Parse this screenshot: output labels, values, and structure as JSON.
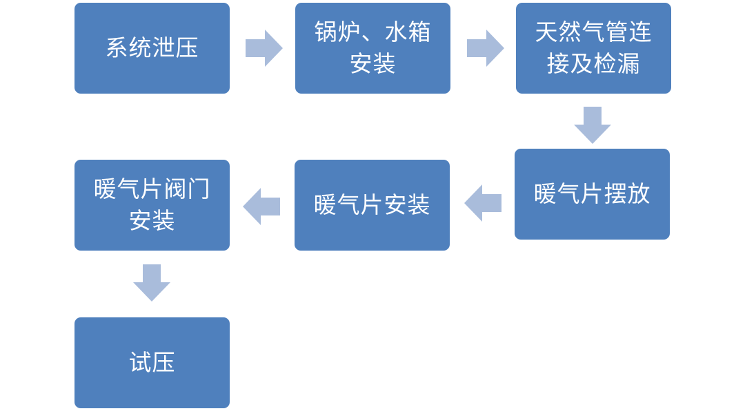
{
  "colors": {
    "box_fill": "#4f80bd",
    "box_text": "#ffffff",
    "arrow_fill": "#a9bcdb"
  },
  "steps": [
    {
      "id": "system-pressure-relief",
      "lines": [
        "系统泄压"
      ]
    },
    {
      "id": "boiler-water-tank-install",
      "lines": [
        "锅炉、水箱",
        "安装"
      ]
    },
    {
      "id": "gas-pipe-connect-leak-check",
      "lines": [
        "天然气管连",
        "接及检漏"
      ]
    },
    {
      "id": "radiator-placement",
      "lines": [
        "暖气片摆放"
      ]
    },
    {
      "id": "radiator-install",
      "lines": [
        "暖气片安装"
      ]
    },
    {
      "id": "radiator-valve-install",
      "lines": [
        "暖气片阀门",
        "安装"
      ]
    },
    {
      "id": "pressure-test",
      "lines": [
        "试压"
      ]
    }
  ],
  "arrows": [
    {
      "name": "arrow-right-1-icon",
      "direction": "right"
    },
    {
      "name": "arrow-right-2-icon",
      "direction": "right"
    },
    {
      "name": "arrow-down-1-icon",
      "direction": "down"
    },
    {
      "name": "arrow-left-1-icon",
      "direction": "left"
    },
    {
      "name": "arrow-left-2-icon",
      "direction": "left"
    },
    {
      "name": "arrow-down-2-icon",
      "direction": "down"
    }
  ]
}
